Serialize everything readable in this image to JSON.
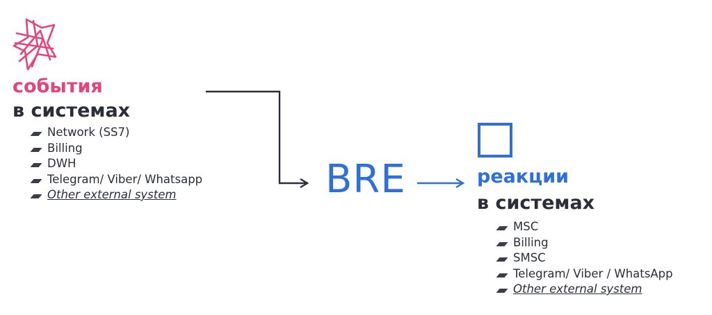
{
  "colors": {
    "events_accent": "#e3457a",
    "reactions_accent": "#2f6fdb",
    "dark_text": "#2b2e3a",
    "arrow_dark": "#2b2e3a",
    "arrow_blue": "#2f6fdb"
  },
  "icons": {
    "events": "star-burst-icon",
    "reactions": "square-outline-icon"
  },
  "events": {
    "title": "события",
    "subtitle": "в системах",
    "items": [
      {
        "text": "Network (SS7)"
      },
      {
        "text": "Billing"
      },
      {
        "text": "DWH"
      },
      {
        "text": "Telegram/ Viber/ Whatsapp"
      },
      {
        "text": "Other external system"
      }
    ]
  },
  "engine": {
    "label": "BRE"
  },
  "reactions": {
    "title": "реакции",
    "subtitle": "в системах",
    "items": [
      {
        "text": "MSC"
      },
      {
        "text": "Billing"
      },
      {
        "text": "SMSC"
      },
      {
        "text": "Telegram/ Viber / WhatsApp"
      },
      {
        "text": "Other external system"
      }
    ]
  }
}
